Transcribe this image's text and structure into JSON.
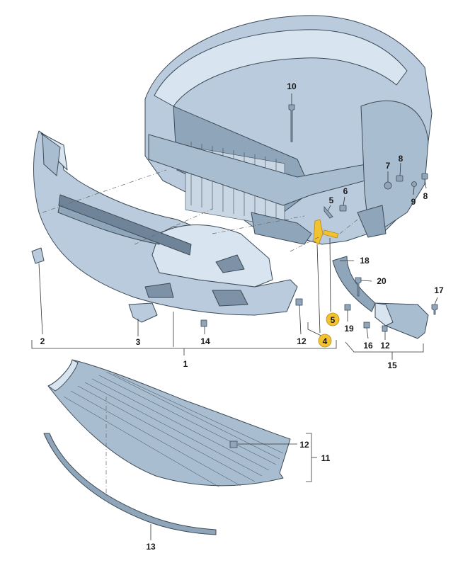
{
  "diagram": {
    "colors": {
      "part_fill": "#b9cbdc",
      "part_dark": "#8fa5ba",
      "part_light": "#d8e4ef",
      "stroke": "#3d4a57",
      "highlight": "#f2c230"
    },
    "callouts": {
      "c1": "1",
      "c2": "2",
      "c3": "3",
      "c4": "4",
      "c5": "5",
      "c6": "6",
      "c7": "7",
      "c8a": "8",
      "c8b": "8",
      "c9": "9",
      "c10": "10",
      "c11": "11",
      "c12a": "12",
      "c12b": "12",
      "c12c": "12",
      "c13": "13",
      "c14": "14",
      "c15": "15",
      "c16": "16",
      "c17": "17",
      "c18": "18",
      "c19": "19",
      "c20": "20"
    }
  }
}
